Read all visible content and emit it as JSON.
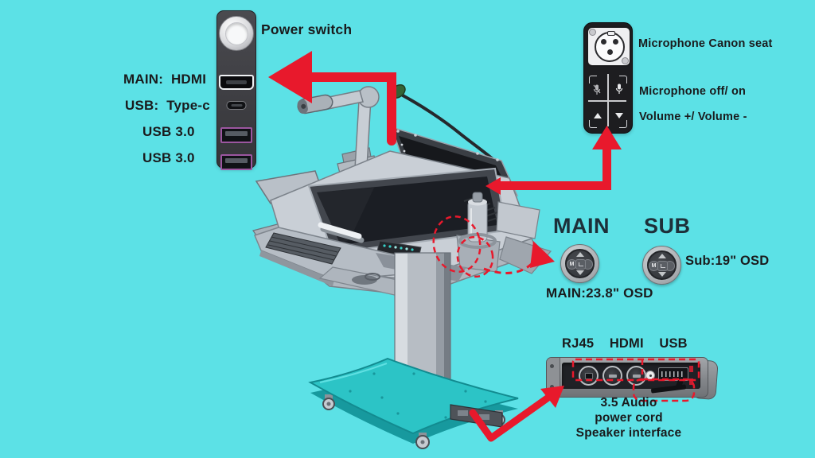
{
  "colors": {
    "background": "#5CE1E6",
    "accent_red": "#E8192C",
    "text": "#1A1B1D"
  },
  "io_panel": {
    "power_label": "Power switch",
    "hdmi_label": "MAIN:  HDMI",
    "typec_label": "USB:  Type-c",
    "usb1_label": "USB 3.0",
    "usb2_label": "USB 3.0"
  },
  "mic_panel": {
    "canon_seat_label": "Microphone Canon seat",
    "mic_switch_label": "Microphone off/ on",
    "volume_label": "Volume +/ Volume -"
  },
  "osd": {
    "main_heading": "MAIN",
    "sub_heading": "SUB",
    "main_size_label": "MAIN:23.8\" OSD",
    "sub_size_label": "Sub:19\" OSD",
    "menu_key": "M"
  },
  "rear_panel": {
    "ports_label": "RJ45  HDMI  USB",
    "audio_label": "3.5 Audio",
    "power_cord_label": "power cord",
    "speaker_label": "Speaker interface"
  }
}
